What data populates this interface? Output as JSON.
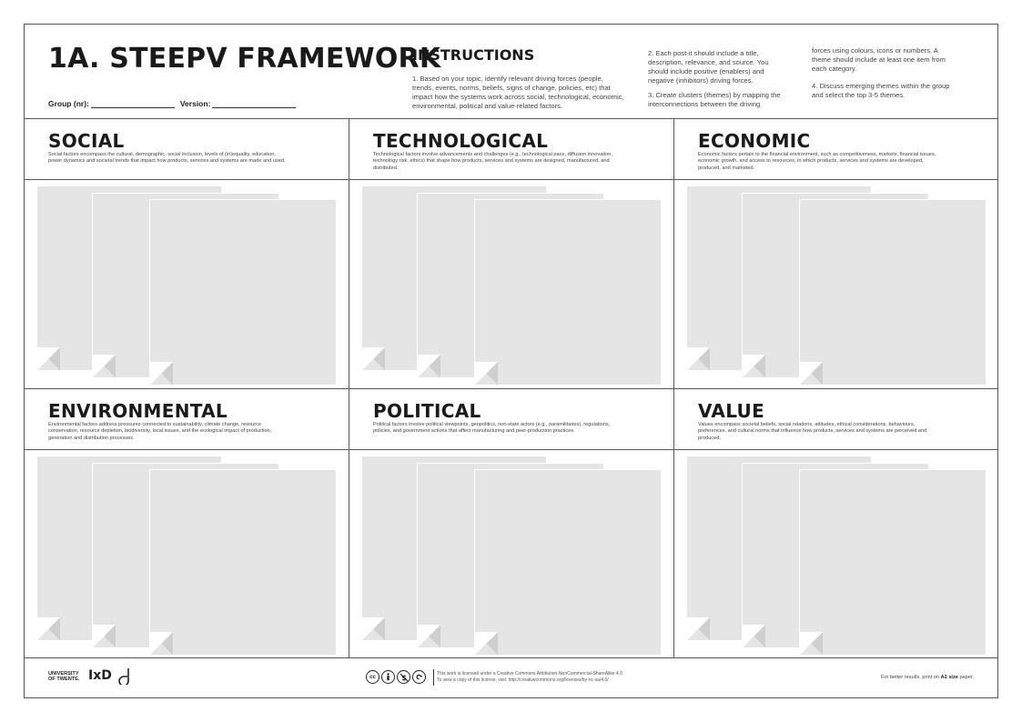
{
  "header": {
    "title": "1A. STEEPV FRAMEWORK",
    "group_label": "Group (nr):",
    "version_label": "Version:"
  },
  "instructions": {
    "title": "INSTRUCTIONS",
    "step1": "1. Based on your topic, identify relevant driving forces (people, trends, events, norms, beliefs, signs of change, policies, etc) that impact how the systems work across social, technological, economic, environmental, political and value-related factors.",
    "step2": "2. Each post-it should include a title, description, relevance, and source. You should include positive (enablers) and negative (inhibitors) driving forces.",
    "step3": "3. Create clusters (themes) by mapping the interconnections between the driving",
    "step3_cont": "forces using colours, icons or numbers. A theme should include at least one item from each category.",
    "step4": "4. Discuss emerging themes within the group and select the top 3-5 themes."
  },
  "panels": [
    {
      "title": "SOCIAL",
      "description": "Social factors encompass the cultural, demographic, social inclusion, levels of (in)equality, education, power dynamics and societal trends that impact how products, services and systems are made and used."
    },
    {
      "title": "TECHNOLOGICAL",
      "description": "Technological factors involve advancements and challenges (e.g., technological pace, diffusion innovation, technology risk, ethics) that shape how products, services and systems are designed, manufactured, and distributed."
    },
    {
      "title": "ECONOMIC",
      "description": "Economic factors pertain to the financial environment, such as competitiveness, markets, financial issues, economic growth, and access to resources, in which products, services and systems are developed, produced, and marketed."
    },
    {
      "title": "ENVIRONMENTAL",
      "description": "Environmental factors address pressures connected to sustainability, climate change, resource conservation, resource depletion, biodiversity, local issues, and the ecological impact of production, generation and distribution processes."
    },
    {
      "title": "POLITICAL",
      "description": "Political factors involve political viewpoints, geopolitics, non-state actors (e.g., paramilitaries), regulations, policies, and government actions that affect manufacturing and peer-production practices."
    },
    {
      "title": "VALUE",
      "description": "Values encompass societal beliefs, social relations, attitudes, ethical considerations, behaviours, preferences, and cultural norms that influence how products, services and systems are perceived and produced."
    }
  ],
  "footer": {
    "university_line1": "UNIVERSITY",
    "university_line2": "OF TWENTE.",
    "ixd_logo": "IxD",
    "cc_icons": [
      "cc",
      "by",
      "nc",
      "sa"
    ],
    "license_line1": "This work is licensed under a Creative Commons Attribution-NonCommercial-ShareAlike 4.0",
    "license_line2": "To view a copy of this license, visit: http://creativecommons.org/licenses/by-nc-sa/4.0/",
    "print_note_pre": "For better results, print on ",
    "print_note_bold": "A1 size",
    "print_note_post": " paper."
  },
  "colors": {
    "note_fill": "#e5e5e5",
    "border": "#555555",
    "title_text": "#1a1a1a"
  }
}
